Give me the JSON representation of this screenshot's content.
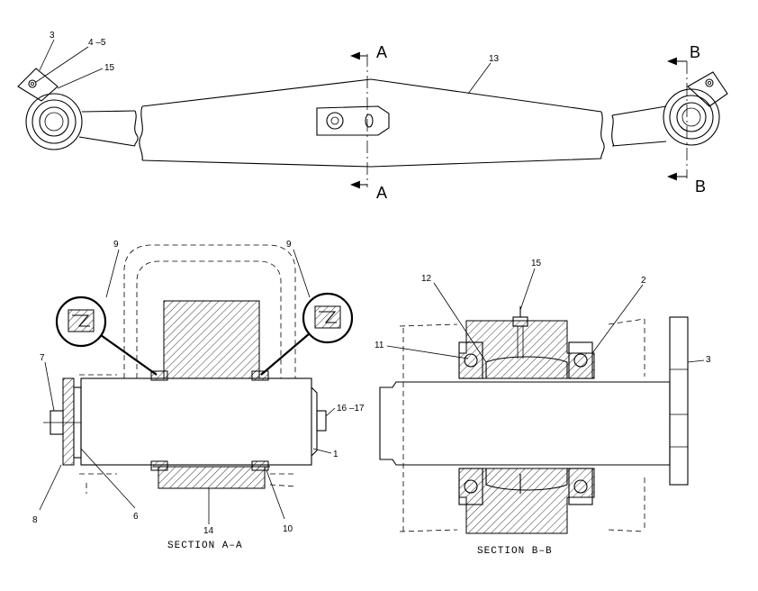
{
  "callouts": {
    "c1": "1",
    "c2": "2",
    "c3_top": "3",
    "c3_right": "3",
    "c4_5": "4 –5",
    "c6": "6",
    "c7": "7",
    "c8": "8",
    "c9_left": "9",
    "c9_right": "9",
    "c10": "10",
    "c11": "11",
    "c12": "12",
    "c13": "13",
    "c14": "14",
    "c15_top": "15",
    "c15_bottom": "15",
    "c16_17": "16 –17"
  },
  "section_marks": {
    "a_top": "A",
    "a_bottom": "A",
    "b_top": "B",
    "b_bottom": "B"
  },
  "titles": {
    "section_a": "SECTION  A–A",
    "section_b": "SECTION  B–B"
  }
}
